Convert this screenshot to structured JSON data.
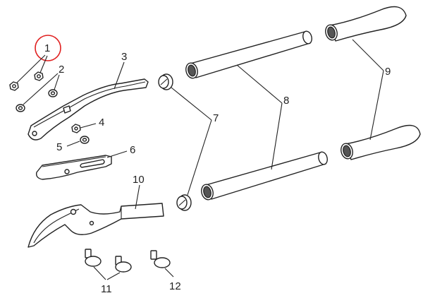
{
  "labels": {
    "p1": "1",
    "p2": "2",
    "p3": "3",
    "p4": "4",
    "p5": "5",
    "p6": "6",
    "p7": "7",
    "p8": "8",
    "p9": "9",
    "p10": "10",
    "p11": "11",
    "p12": "12"
  },
  "colors": {
    "line": "#222222",
    "highlight_circle": "#e02020",
    "background": "#ffffff"
  }
}
